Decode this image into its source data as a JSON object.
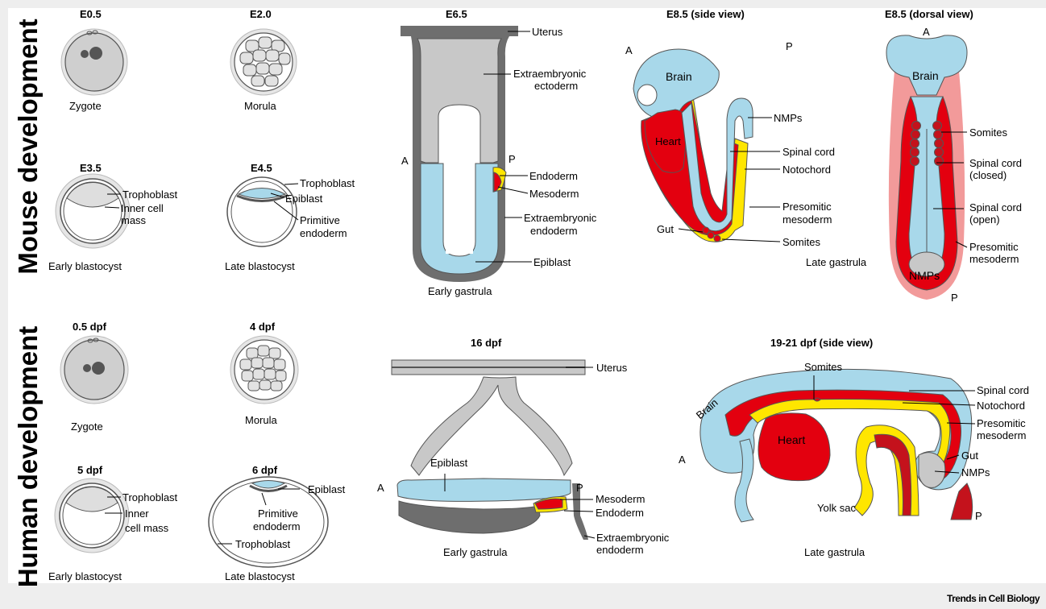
{
  "side_titles": {
    "mouse": "Mouse development",
    "human": "Human development"
  },
  "mouse": {
    "e05": {
      "stage": "E0.5",
      "name": "Zygote"
    },
    "e20": {
      "stage": "E2.0",
      "name": "Morula"
    },
    "e35": {
      "stage": "E3.5",
      "name": "Early blastocyst",
      "trophoblast": "Trophoblast",
      "icm1": "Inner cell",
      "icm2": "mass"
    },
    "e45": {
      "stage": "E4.5",
      "name": "Late blastocyst",
      "trophoblast": "Trophoblast",
      "epiblast": "Epiblast",
      "pe1": "Primitive",
      "pe2": "endoderm"
    },
    "e65": {
      "stage": "E6.5",
      "name": "Early gastrula",
      "uterus": "Uterus",
      "exe1": "Extraembryonic",
      "exe2": "ectoderm",
      "a": "A",
      "p": "P",
      "endoderm": "Endoderm",
      "mesoderm": "Mesoderm",
      "exen1": "Extraembryonic",
      "exen2": "endoderm",
      "epiblast": "Epiblast"
    },
    "e85s": {
      "stage": "E8.5 (side view)",
      "a": "A",
      "p": "P",
      "brain": "Brain",
      "heart": "Heart",
      "nmps": "NMPs",
      "spinal": "Spinal cord",
      "notochord": "Notochord",
      "psm1": "Presomitic",
      "psm2": "mesoderm",
      "gut": "Gut",
      "somites": "Somites"
    },
    "e85d": {
      "stage": "E8.5 (dorsal view)",
      "a": "A",
      "p": "P",
      "brain": "Brain",
      "somites": "Somites",
      "sc_closed1": "Spinal cord",
      "sc_closed2": "(closed)",
      "sc_open1": "Spinal cord",
      "sc_open2": "(open)",
      "psm1": "Presomitic",
      "psm2": "mesoderm",
      "nmps": "NMPs",
      "name": "Late gastrula"
    }
  },
  "human": {
    "d05": {
      "stage": "0.5 dpf",
      "name": "Zygote"
    },
    "d4": {
      "stage": "4 dpf",
      "name": "Morula"
    },
    "d5": {
      "stage": "5 dpf",
      "name": "Early blastocyst",
      "trophoblast": "Trophoblast",
      "icm1": "Inner",
      "icm2": "cell mass"
    },
    "d6": {
      "stage": "6 dpf",
      "name": "Late blastocyst",
      "epiblast": "Epiblast",
      "pe1": "Primitive",
      "pe2": "endoderm",
      "trophoblast": "Trophoblast"
    },
    "d16": {
      "stage": "16 dpf",
      "name": "Early gastrula",
      "uterus": "Uterus",
      "epiblast": "Epiblast",
      "a": "A",
      "p": "P",
      "mesoderm": "Mesoderm",
      "endoderm": "Endoderm",
      "exen1": "Extraembryonic",
      "exen2": "endoderm"
    },
    "d19": {
      "stage": "19-21 dpf (side view)",
      "name": "Late gastrula",
      "somites": "Somites",
      "spinal": "Spinal cord",
      "notochord": "Notochord",
      "psm1": "Presomitic",
      "psm2": "mesoderm",
      "gut": "Gut",
      "nmps": "NMPs",
      "brain": "Brain",
      "heart": "Heart",
      "yolk": "Yolk sac",
      "a": "A",
      "p": "P"
    }
  },
  "footer": "Trends in Cell Biology",
  "colors": {
    "blue": "#a8d8ea",
    "red": "#e3000f",
    "darkred": "#c4121c",
    "yellow": "#ffe600",
    "pink": "#f29a9a",
    "gray": "#c8c8c8",
    "darkgray": "#6e6e6e"
  }
}
